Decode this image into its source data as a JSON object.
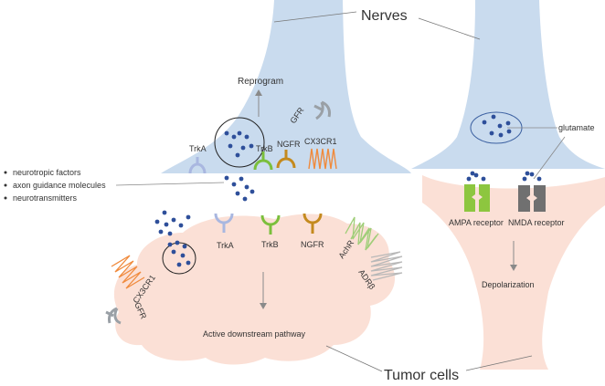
{
  "title_nerves": "Nerves",
  "title_tumor": "Tumor cells",
  "reprogram": "Reprogram",
  "gfr_top": "GFR",
  "trka_top": "TrkA",
  "trkb_top": "TrkB",
  "ngfr_top": "NGFR",
  "cx3cr1_top": "CX3CR1",
  "legend": [
    "neurotropic factors",
    "axon guidance molecules",
    "neurotransmitters"
  ],
  "trka_bottom": "TrkA",
  "trkb_bottom": "TrkB",
  "ngfr_bottom": "NGFR",
  "achr": "AchR",
  "adrb": "ADRβ",
  "cx3cr1_bottom": "CX3CR1",
  "gfr_bottom": "GFR",
  "pathway": "Active downstream pathway",
  "glutamate": "glutamate",
  "ampa": "AMPA receptor",
  "nmda": "NMDA receptor",
  "depolarization": "Depolarization",
  "colors": {
    "nerve": "#c9dbee",
    "tumor": "#fbe0d6",
    "dot": "#2e4f9a",
    "trka": "#a9b7e0",
    "trkb": "#7bbf3c",
    "ngfr": "#c48a1e",
    "cx3cr1": "#f08a3c",
    "gfr": "#9aa0a6",
    "achr": "#9fce78",
    "adrb": "#b8b8b8",
    "nmda": "#707070"
  }
}
